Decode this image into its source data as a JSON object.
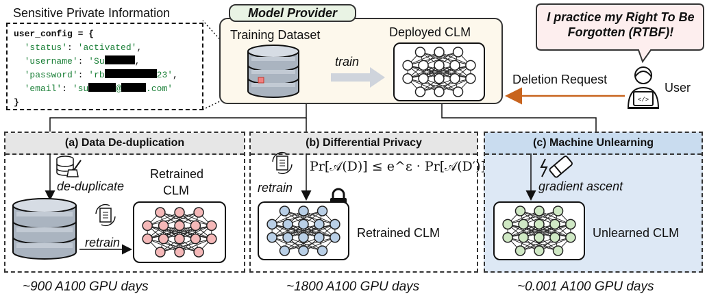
{
  "sensitive": {
    "title": "Sensitive Private Information",
    "code": {
      "line1": "user_config = {",
      "status_key": "'status'",
      "status_val": "'activated'",
      "username_key": "'username'",
      "username_prefix": "'Su",
      "password_key": "'password'",
      "password_prefix": "'rb",
      "password_suffix": "23'",
      "email_key": "'email'",
      "email_prefix": "'su",
      "email_at": "@",
      "email_suffix": ".com'",
      "closing": "}"
    }
  },
  "provider": {
    "title": "Model Provider",
    "dataset_label": "Training Dataset",
    "train_label": "train",
    "deployed_label": "Deployed CLM"
  },
  "user": {
    "speech": "I practice my Right To Be Forgotten (RTBF)!",
    "label": "User",
    "request_label": "Deletion Request"
  },
  "panels": {
    "a": {
      "title": "(a) Data De-duplication",
      "dedup_label": "de-duplicate",
      "retrain_label": "retrain",
      "clm_label_1": "Retrained",
      "clm_label_2": "CLM",
      "cost": "~900 A100 GPU days"
    },
    "b": {
      "title": "(b) Differential Privacy",
      "retrain_label": "retrain",
      "formula": "Pr[𝒜(D)] ≤ e^ε · Pr[𝒜(D′)] + δ",
      "clm_label": "Retrained CLM",
      "cost": "~1800 A100 GPU days"
    },
    "c": {
      "title": "(c) Machine Unlearning",
      "method_label": "gradient ascent",
      "clm_label": "Unlearned CLM",
      "cost": "~0.001 A100 GPU days"
    }
  },
  "colors": {
    "provider_bg": "#fdf8ec",
    "panel_c_bg": "#dde8f5",
    "panel_c_head": "#c9dcef",
    "arrow_orange": "#c8641e",
    "node_red": "#f4b8b8",
    "node_blue": "#b9cfe6",
    "node_green": "#cfe8c4",
    "train_arrow": "#cfd4dc"
  },
  "icons": [
    "database-icon",
    "broom-icon",
    "retrain-icon",
    "lock-icon",
    "eraser-icon",
    "user-coder-icon",
    "neural-network-icon"
  ]
}
